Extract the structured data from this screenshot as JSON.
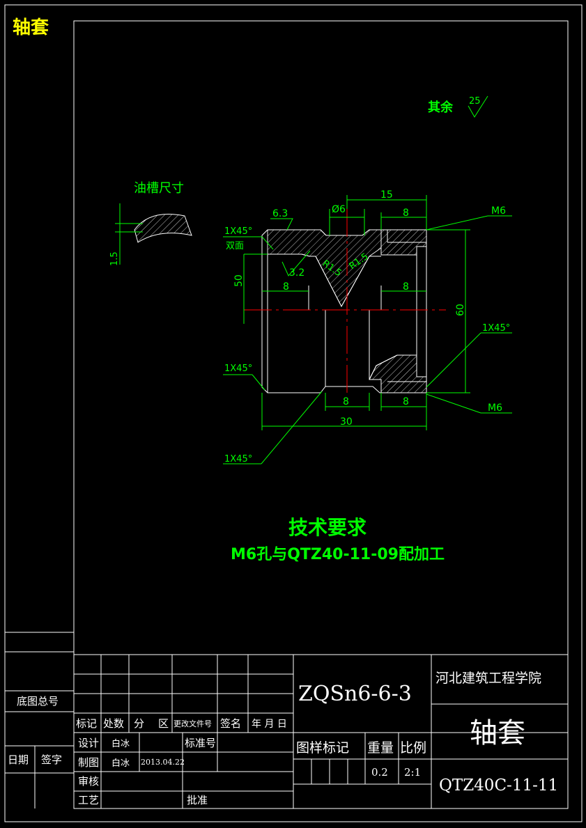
{
  "corner_title": "轴套",
  "roughness": {
    "label": "其余",
    "value": "25"
  },
  "oil_groove": {
    "title": "油槽尺寸",
    "depth": "1.5"
  },
  "dims": {
    "d15": "15",
    "d8_top": "8",
    "phi6": "Ø6",
    "m6_top": "M6",
    "r63": "6.3",
    "c1_top": "1X45°",
    "both_sides": "双面",
    "r32": "3.2",
    "r15a": "R1.5",
    "r15b": "R1.5",
    "d50": "50",
    "d8_left": "8",
    "d8_right": "8",
    "d60": "60",
    "c1_right": "1X45°",
    "c1_left": "1X45°",
    "d8_bot": "8",
    "d8_botright": "8",
    "m6_bot": "M6",
    "d30": "30",
    "c1_bottom": "1X45°"
  },
  "tech_req": {
    "title": "技术要求",
    "line": "M6孔与QTZ40-11-09配加工"
  },
  "title_block": {
    "material": "ZQSn6-6-3",
    "school": "河北建筑工程学院",
    "part_name": "轴套",
    "drawing_no": "QTZ40C-11-11",
    "doc_no_label": "底图总号",
    "date_label": "日期",
    "sign_label": "签字",
    "rev_headers": [
      "标记",
      "处数",
      "分",
      "区",
      "更改文件号",
      "签名",
      "年 月 日"
    ],
    "design_label": "设计",
    "designer": "白冰",
    "std_label": "标准号",
    "draw_label": "制图",
    "drawer": "白冰",
    "draw_date": "2013.04.22",
    "check_label": "审核",
    "process_label": "工艺",
    "approve_label": "批准",
    "sample_label": "图样标记",
    "weight_label": "重量",
    "scale_label": "比例",
    "weight": "0.2",
    "scale": "2:1"
  }
}
